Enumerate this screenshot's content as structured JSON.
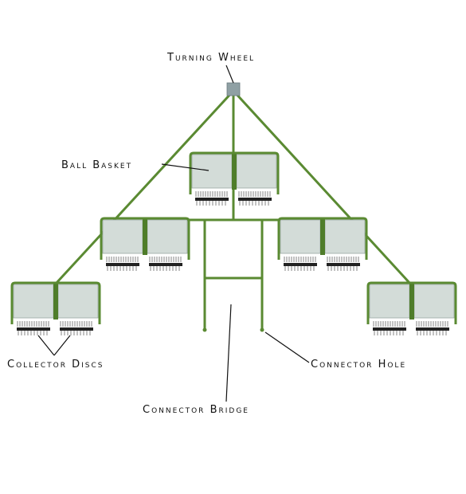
{
  "labels": {
    "turning_wheel": "Turning Wheel",
    "ball_basket": "Ball Basket",
    "collector_discs": "Collector Discs",
    "connector_hole": "Connector Hole",
    "connector_bridge": "Connector Bridge"
  },
  "colors": {
    "frame": "#5a8a32",
    "glass": "#d3dcd8",
    "hub": "#8fa0a4",
    "text": "#111111"
  }
}
